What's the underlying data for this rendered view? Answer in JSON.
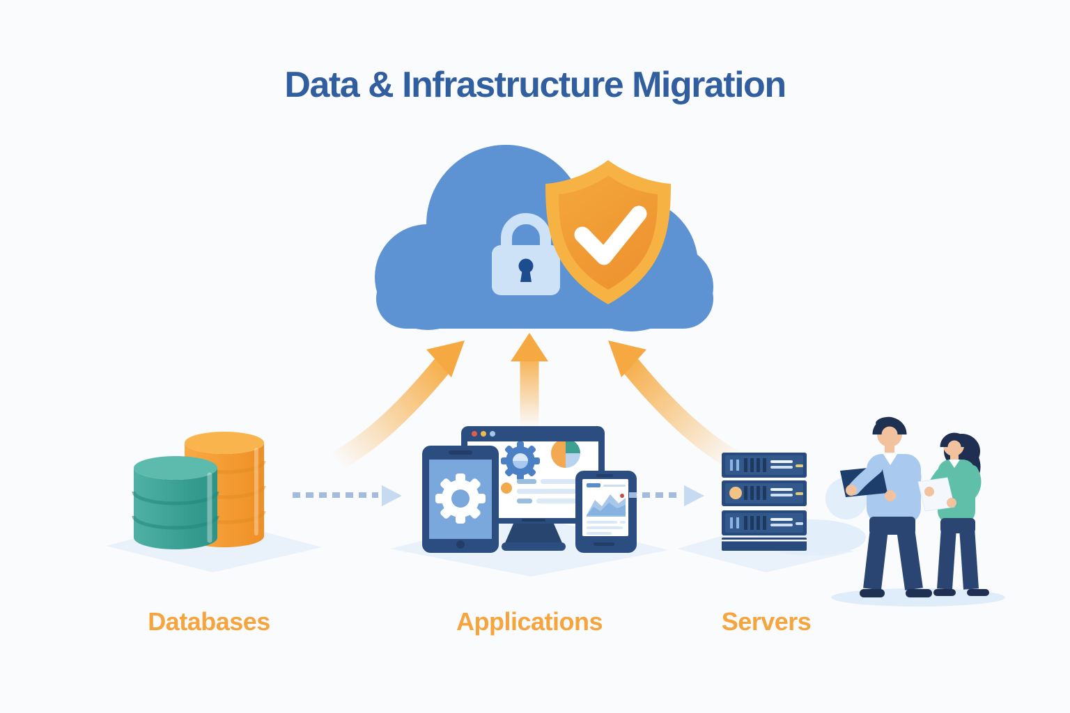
{
  "title": "Data & Infrastructure Migration",
  "sections": [
    {
      "label": "Databases"
    },
    {
      "label": "Applications"
    },
    {
      "label": "Servers"
    }
  ],
  "icons": {
    "cloud": "cloud-icon",
    "lock": "padlock-icon",
    "shield": "shield-checkmark-icon",
    "up_arrows": "upward-migration-arrows",
    "flow_arrow": "dashed-flow-arrow",
    "databases": "database-cylinders-icon",
    "monitor": "desktop-browser-icon",
    "gear": "gear-icon",
    "pie": "pie-chart-icon",
    "tablet": "tablet-gear-icon",
    "phone": "smartphone-chart-icon",
    "servers": "server-rack-icon",
    "people": "two-people-reviewing-documents"
  },
  "colors": {
    "background": "#fafbfd",
    "title_text": "#315e9e",
    "label_text": "#f5a43e",
    "cloud_blue": "#5d92d3",
    "lock_light_blue": "#cde2f7",
    "keyhole_navy": "#1d4d8f",
    "shield_gold": "#f6b243",
    "shield_orange": "#f09b36",
    "arrow_orange": "#f6ab43",
    "database_teal": "#3fa496",
    "database_orange": "#f5a138",
    "device_navy": "#2c4d7f",
    "screen_blue": "#7aa7dc",
    "dashed_arrow_blue": "#a3bbdd",
    "platform_blue": "#e9f1fb",
    "server_light_orange": "#f2c383",
    "skin": "#f2c29e",
    "shirt_blue": "#a9c9ef",
    "top_teal": "#5fbfa8",
    "pants_navy": "#2b4572",
    "hair_navy": "#1e3150"
  }
}
